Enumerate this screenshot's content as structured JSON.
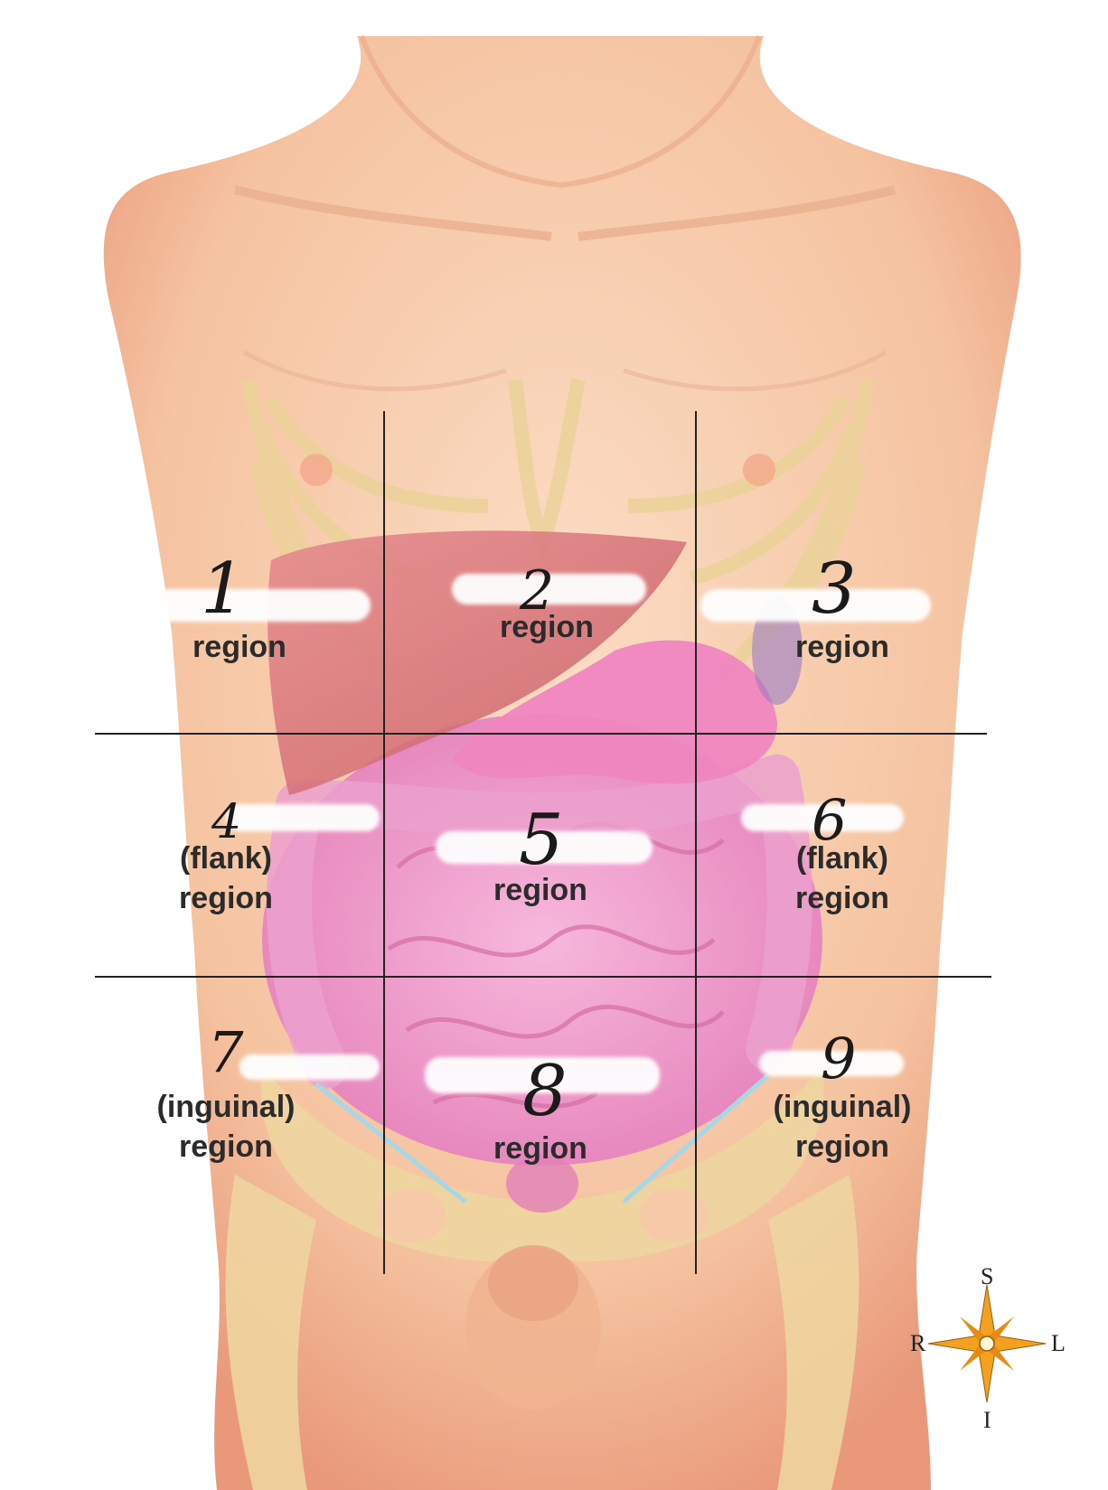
{
  "regions": [
    {
      "number": "1",
      "lines": [
        "region"
      ]
    },
    {
      "number": "2",
      "lines": [
        "region"
      ]
    },
    {
      "number": "3",
      "lines": [
        "region"
      ]
    },
    {
      "number": "4",
      "lines": [
        "(flank)",
        "region"
      ]
    },
    {
      "number": "5",
      "lines": [
        "region"
      ]
    },
    {
      "number": "6",
      "lines": [
        "(flank)",
        "region"
      ]
    },
    {
      "number": "7",
      "lines": [
        "(inguinal)",
        "region"
      ]
    },
    {
      "number": "8",
      "lines": [
        "region"
      ]
    },
    {
      "number": "9",
      "lines": [
        "(inguinal)",
        "region"
      ]
    }
  ],
  "compass": {
    "superior": "S",
    "inferior": "I",
    "right": "R",
    "left": "L"
  },
  "colors": {
    "skin": "#f6c9a8",
    "skin_dark": "#e9a07a",
    "bone": "#ecd29a",
    "organ": "#ee8fc0",
    "liver": "#d76a6e",
    "line": "#222222",
    "compass": "#f2a21e"
  }
}
